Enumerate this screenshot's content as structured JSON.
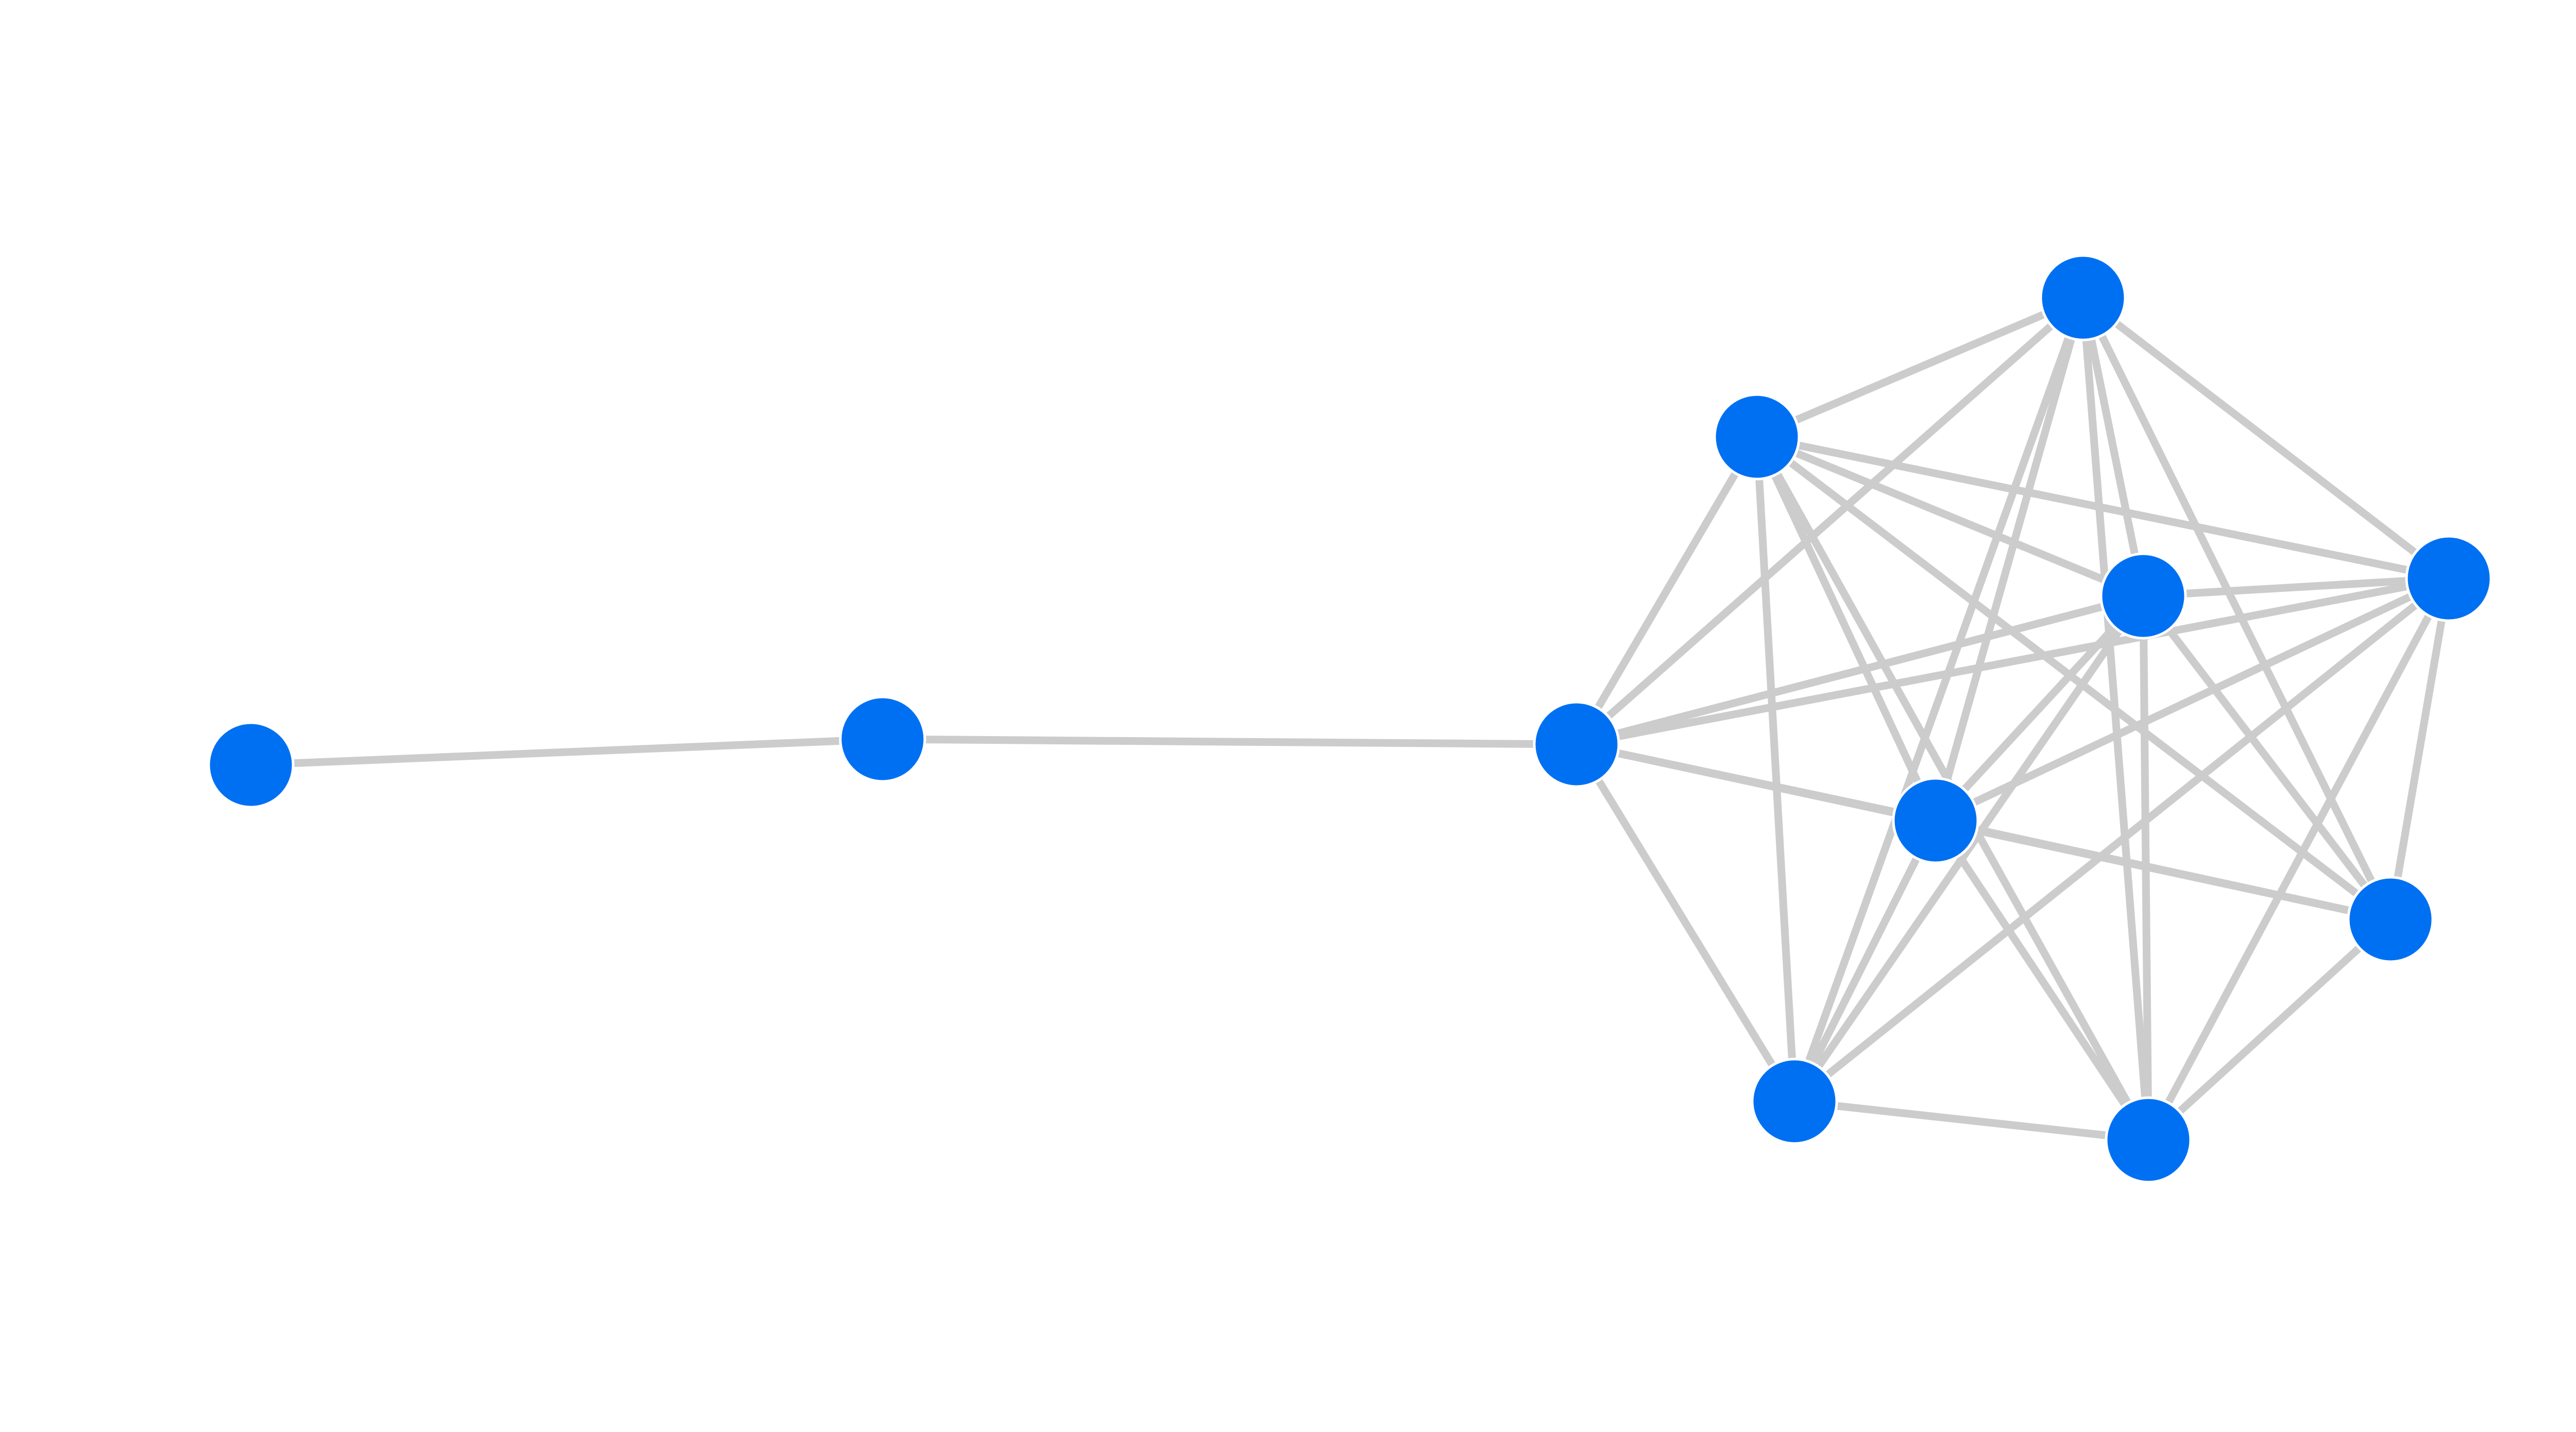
{
  "graph": {
    "edge_color": "#cccccc",
    "node_color": "#0070f3",
    "node_ids": [
      "n0",
      "n1",
      "n2",
      "n3",
      "n4",
      "n5",
      "n6",
      "n7",
      "n8",
      "n9",
      "n10"
    ],
    "edges": [
      [
        "n0",
        "n1"
      ],
      [
        "n1",
        "n2"
      ],
      [
        "n2",
        "n3"
      ],
      [
        "n2",
        "n4"
      ],
      [
        "n2",
        "n5"
      ],
      [
        "n2",
        "n6"
      ],
      [
        "n2",
        "n7"
      ],
      [
        "n2",
        "n8"
      ],
      [
        "n2",
        "n9"
      ],
      [
        "n3",
        "n4"
      ],
      [
        "n3",
        "n5"
      ],
      [
        "n3",
        "n6"
      ],
      [
        "n3",
        "n7"
      ],
      [
        "n3",
        "n8"
      ],
      [
        "n3",
        "n9"
      ],
      [
        "n3",
        "n10"
      ],
      [
        "n4",
        "n5"
      ],
      [
        "n4",
        "n6"
      ],
      [
        "n4",
        "n7"
      ],
      [
        "n4",
        "n8"
      ],
      [
        "n4",
        "n9"
      ],
      [
        "n4",
        "n10"
      ],
      [
        "n5",
        "n6"
      ],
      [
        "n5",
        "n7"
      ],
      [
        "n5",
        "n8"
      ],
      [
        "n5",
        "n9"
      ],
      [
        "n5",
        "n10"
      ],
      [
        "n6",
        "n7"
      ],
      [
        "n6",
        "n8"
      ],
      [
        "n6",
        "n9"
      ],
      [
        "n6",
        "n10"
      ],
      [
        "n7",
        "n8"
      ],
      [
        "n7",
        "n9"
      ],
      [
        "n7",
        "n10"
      ],
      [
        "n8",
        "n10"
      ],
      [
        "n9",
        "n10"
      ]
    ]
  }
}
